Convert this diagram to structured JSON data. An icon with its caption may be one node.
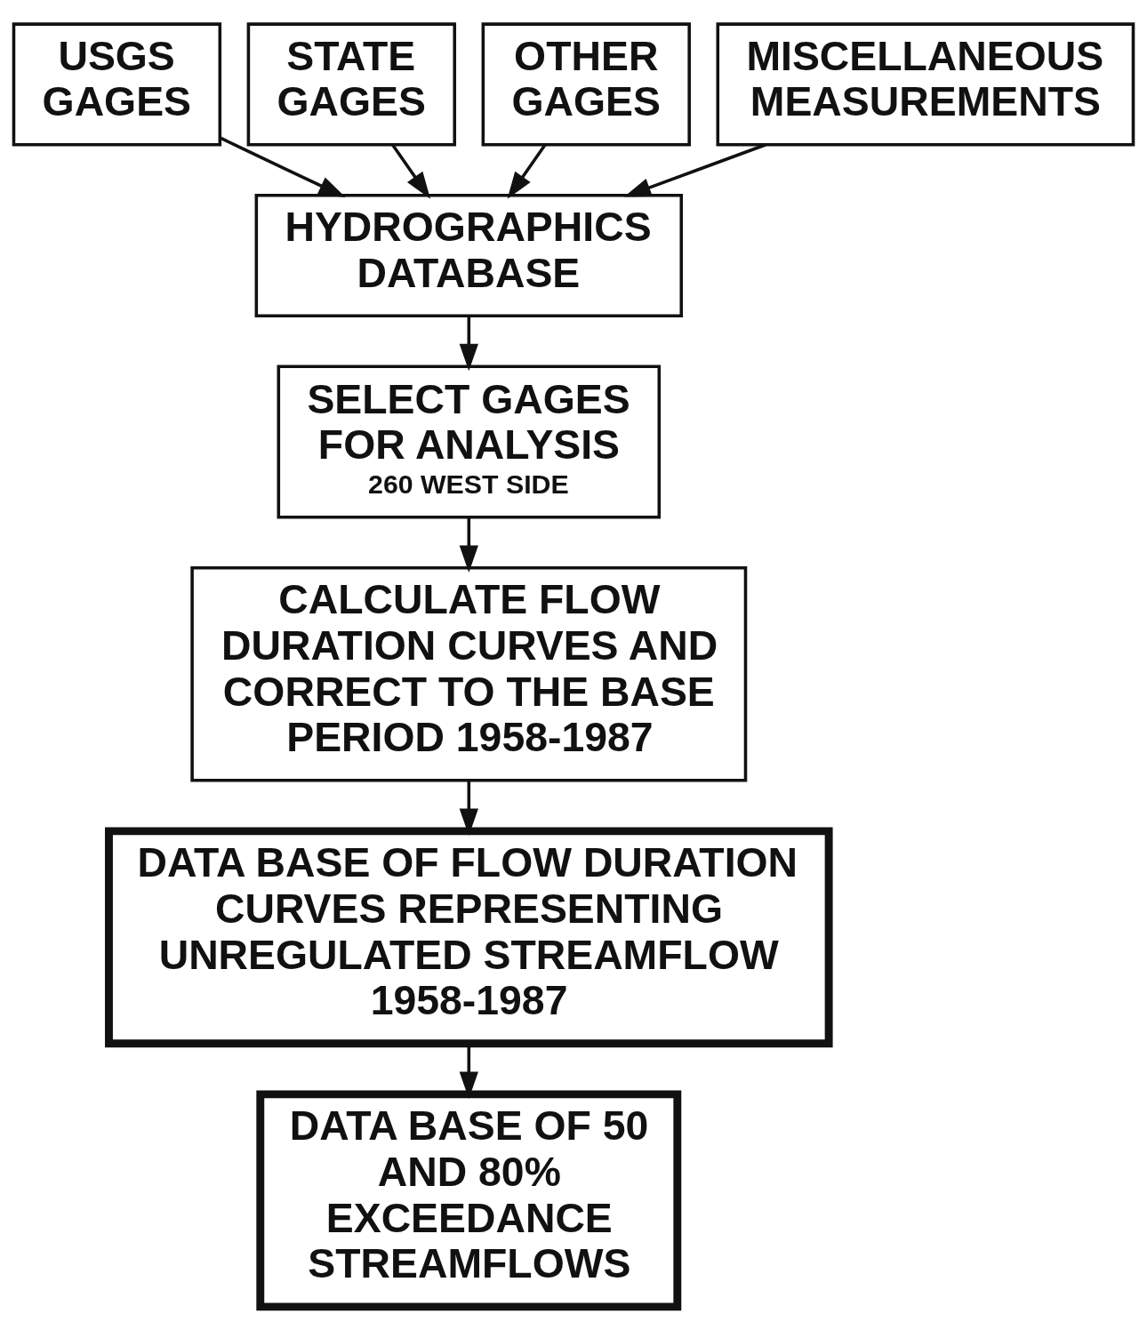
{
  "diagram": {
    "nodes": [
      {
        "text": [
          "USGS GAGES"
        ]
      },
      {
        "text": [
          "STATE GAGES"
        ]
      },
      {
        "text": [
          "OTHER GAGES"
        ]
      },
      {
        "text": [
          "MISCELLANEOUS MEASUREMENTS"
        ]
      },
      {
        "text": [
          "HYDROGRAPHICS DATABASE"
        ]
      },
      {
        "text": [
          "SELECT GAGES FOR ANALYSIS",
          "260 WEST SIDE"
        ]
      },
      {
        "text": [
          "CALCULATE FLOW DURATION CURVES AND CORRECT TO THE BASE PERIOD 1958-1987"
        ]
      },
      {
        "text": [
          "DATA BASE OF FLOW DURATION CURVES REPRESENTING UNREGULATED STREAMFLOW 1958-1987"
        ]
      },
      {
        "text": [
          "DATA BASE OF 50 AND 80% EXCEEDANCE STREAMFLOWS"
        ]
      }
    ],
    "edges": [
      {
        "from": 0,
        "to": 4,
        "arrow": "to"
      },
      {
        "from": 1,
        "to": 4,
        "arrow": "to"
      },
      {
        "from": 2,
        "to": 4,
        "arrow": "to"
      },
      {
        "from": 3,
        "to": 4,
        "arrow": "to"
      },
      {
        "from": 4,
        "to": 5,
        "arrow": "to"
      },
      {
        "from": 5,
        "to": 6,
        "arrow": "to"
      },
      {
        "from": 6,
        "to": 7,
        "arrow": "to"
      },
      {
        "from": 7,
        "to": 8,
        "arrow": "to"
      }
    ]
  }
}
